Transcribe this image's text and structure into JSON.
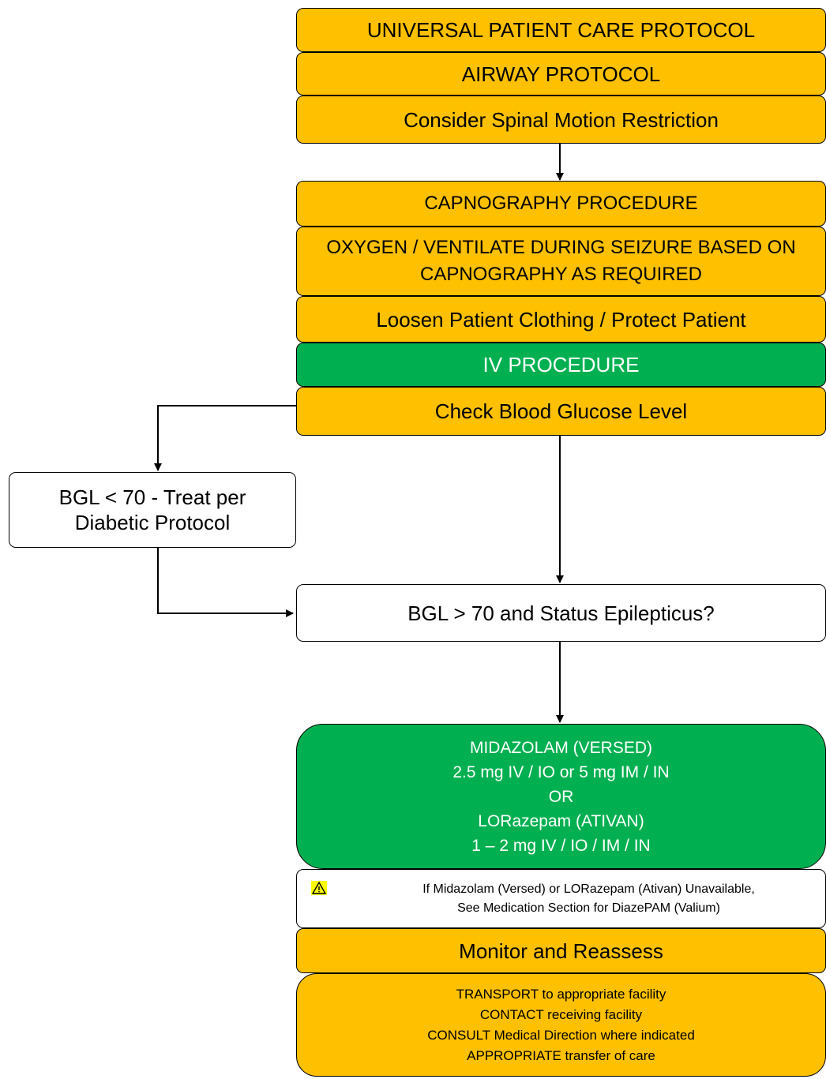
{
  "colors": {
    "orange": "#FFC000",
    "green": "#00B050",
    "line": "#000000"
  },
  "boxes": {
    "universal": "UNIVERSAL PATIENT CARE PROTOCOL",
    "airway": "AIRWAY PROTOCOL",
    "spinal": "Consider Spinal Motion Restriction",
    "capnography": "CAPNOGRAPHY PROCEDURE",
    "oxygen": [
      "OXYGEN / VENTILATE DURING SEIZURE BASED ON",
      "CAPNOGRAPHY AS REQUIRED"
    ],
    "loosen": "Loosen Patient Clothing / Protect Patient",
    "iv": "IV PROCEDURE",
    "glucose": "Check Blood Glucose Level",
    "bgl_low": [
      "BGL < 70 - Treat per",
      "Diabetic Protocol"
    ],
    "bgl_high": "BGL > 70 and Status Epilepticus?",
    "medication": [
      "MIDAZOLAM (VERSED)",
      "2.5 mg IV / IO or 5 mg IM / IN",
      "OR",
      "LORazepam (ATIVAN)",
      "1 – 2 mg IV / IO / IM / IN"
    ],
    "warning": [
      "If Midazolam (Versed) or LORazepam (Ativan) Unavailable,",
      "See Medication Section for DiazePAM (Valium)"
    ],
    "monitor": "Monitor and Reassess",
    "transport": [
      "TRANSPORT to appropriate facility",
      "CONTACT receiving facility",
      "CONSULT Medical Direction where indicated",
      "APPROPRIATE transfer of care"
    ]
  },
  "icons": {
    "warning": "warning-triangle-icon"
  }
}
